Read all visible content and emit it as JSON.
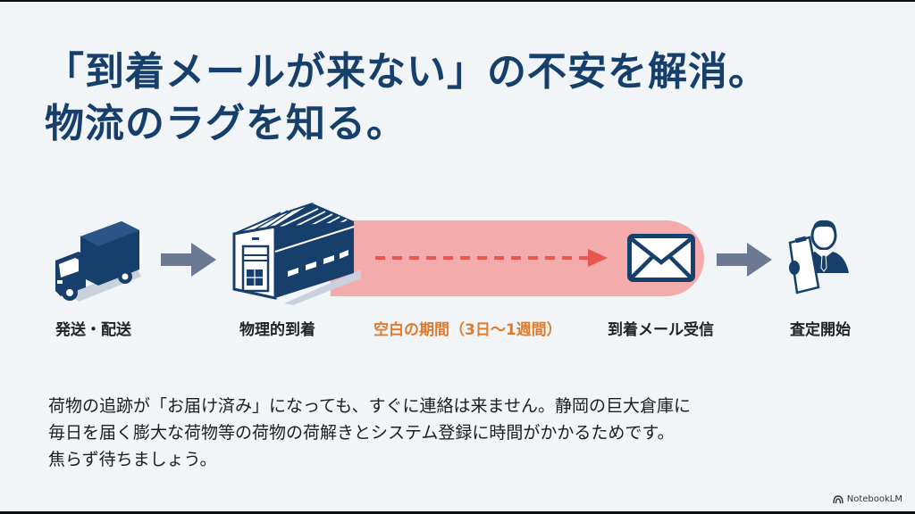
{
  "title": {
    "line1": "「到着メールが来ない」の不安を解消。",
    "line2": "物流のラグを知る。"
  },
  "flow": {
    "steps": [
      {
        "label": "発送・配送",
        "icon": "delivery-truck-icon"
      },
      {
        "label": "物理的到着",
        "icon": "warehouse-icon"
      },
      {
        "label": "空白の期間（3日〜1週間）",
        "icon": "dashed-arrow-icon",
        "highlight": true
      },
      {
        "label": "到着メール受信",
        "icon": "envelope-icon"
      },
      {
        "label": "査定開始",
        "icon": "inspector-clipboard-icon"
      }
    ],
    "colors": {
      "icon_navy": "#173f6b",
      "arrow_gray": "#6b7a92",
      "gap_band": "#f4abab",
      "gap_arrow": "#e8564f",
      "gap_label": "#e07a2d"
    }
  },
  "body": {
    "line1": "荷物の追跡が「お届け済み」になっても、すぐに連絡は来ません。静岡の巨大倉庫に",
    "line2": "毎日を届く膨大な荷物等の荷物の荷解きとシステム登録に時間がかかるためです。",
    "line3": "焦らず待ちましょう。"
  },
  "watermark": {
    "label": "NotebookLM"
  }
}
